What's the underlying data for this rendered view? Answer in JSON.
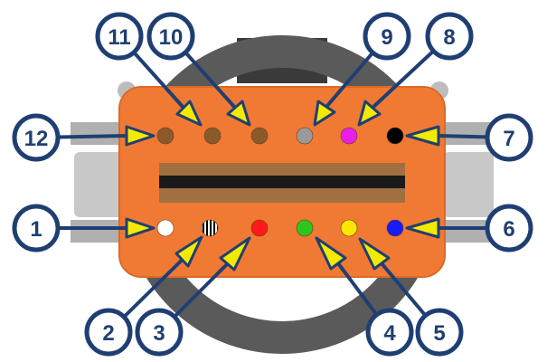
{
  "diagram": {
    "colors": {
      "outline": "#1f3f73",
      "arrow_fill": "#f3ea00",
      "body": "#f07a33",
      "body_edge": "#d96a28",
      "ring": "#5a5a5a",
      "slot_brown": "#a07040",
      "slot_dark": "#1a1a1a",
      "strap": "#b0b0b0"
    },
    "callouts": [
      {
        "number": "1",
        "pin_color": "#ffffff",
        "pattern": "solid"
      },
      {
        "number": "2",
        "pin_color": "#ffffff",
        "pattern": "black-white-striped"
      },
      {
        "number": "3",
        "pin_color": "#ff1a1a",
        "pattern": "solid"
      },
      {
        "number": "4",
        "pin_color": "#2ec51f",
        "pattern": "solid"
      },
      {
        "number": "5",
        "pin_color": "#ffe600",
        "pattern": "solid"
      },
      {
        "number": "6",
        "pin_color": "#1a1aff",
        "pattern": "solid"
      },
      {
        "number": "7",
        "pin_color": "#000000",
        "pattern": "solid"
      },
      {
        "number": "8",
        "pin_color": "#e81fe8",
        "pattern": "solid"
      },
      {
        "number": "9",
        "pin_color": "#9a9a9a",
        "pattern": "solid"
      },
      {
        "number": "10",
        "pin_color": "#8b5a2b",
        "pattern": "solid"
      },
      {
        "number": "11",
        "pin_color": "#8b5a2b",
        "pattern": "solid"
      },
      {
        "number": "12",
        "pin_color": "#8b5a2b",
        "pattern": "solid"
      }
    ]
  }
}
